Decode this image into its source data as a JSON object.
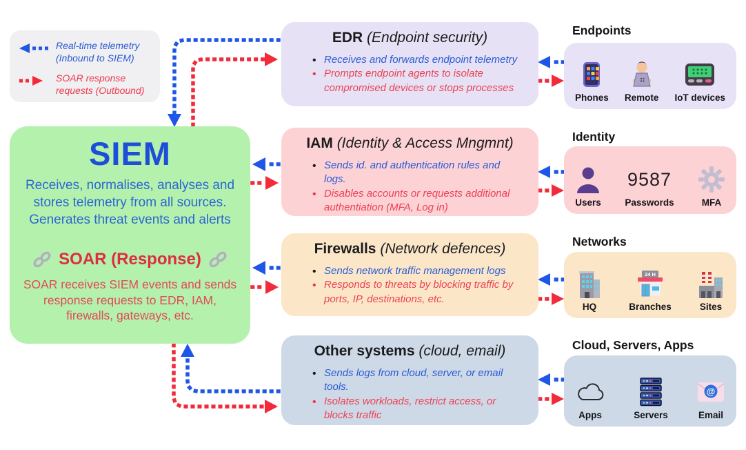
{
  "legend": {
    "items": [
      {
        "label": "Real-time telemetry (Inbound to SIEM)",
        "color": "#2a5ad6",
        "arrow": "blue-left"
      },
      {
        "label": "SOAR response requests (Outbound)",
        "color": "#ee3a4e",
        "arrow": "red-right"
      }
    ]
  },
  "siem": {
    "title": "SIEM",
    "description": "Receives, normalises, analyses and stores telemetry from all sources. Generates threat events and alerts",
    "soar_title": "SOAR (Response)",
    "soar_description": "SOAR receives SIEM events and sends response requests to EDR, IAM, firewalls, gateways, etc."
  },
  "systems": [
    {
      "name": "EDR",
      "subtitle": "(Endpoint security)",
      "telemetry": "Receives and forwards endpoint telemetry",
      "response": "Prompts endpoint agents to isolate compromised devices or stops processes",
      "bg": "#e6e1f4"
    },
    {
      "name": "IAM",
      "subtitle": "(Identity & Access Mngmnt)",
      "telemetry": "Sends id. and authentication rules and logs.",
      "response": "Disables accounts or requests additional authentiation (MFA, Log in)",
      "bg": "#fcd2d5"
    },
    {
      "name": "Firewalls",
      "subtitle": "(Network defences)",
      "telemetry": "Sends network traffic management logs",
      "response": "Responds to threats by blocking traffic by ports, IP, destinations, etc.",
      "bg": "#fbe7c8"
    },
    {
      "name": "Other systems",
      "subtitle": "(cloud, email)",
      "telemetry": "Sends logs from cloud, server, or email tools.",
      "response": "Isolates workloads, restrict access, or blocks traffic",
      "bg": "#cdd9e6"
    }
  ],
  "groups": [
    {
      "heading": "Endpoints",
      "bg": "#e8e2f6",
      "items": [
        {
          "icon": "smartphone-icon",
          "label": "Phones"
        },
        {
          "icon": "remote-worker-icon",
          "label": "Remote"
        },
        {
          "icon": "iot-device-icon",
          "label": "IoT devices"
        }
      ]
    },
    {
      "heading": "Identity",
      "bg": "#fcd2d5",
      "items": [
        {
          "icon": "user-icon",
          "label": "Users"
        },
        {
          "icon": "passwords-number",
          "label": "Passwords",
          "value": "9587"
        },
        {
          "icon": "gear-icon",
          "label": "MFA"
        }
      ]
    },
    {
      "heading": "Networks",
      "bg": "#fbe7c8",
      "items": [
        {
          "icon": "hq-building-icon",
          "label": "HQ"
        },
        {
          "icon": "store-icon",
          "label": "Branches",
          "sign": "24 H"
        },
        {
          "icon": "factory-icon",
          "label": "Sites"
        }
      ]
    },
    {
      "heading": "Cloud, Servers, Apps",
      "bg": "#cdd9e6",
      "items": [
        {
          "icon": "cloud-icon",
          "label": "Apps"
        },
        {
          "icon": "server-rack-icon",
          "label": "Servers"
        },
        {
          "icon": "email-icon",
          "label": "Email",
          "glyph": "@"
        }
      ]
    }
  ],
  "colors": {
    "arrow_blue": "#1e56e8",
    "arrow_red": "#f22a3a",
    "siem_bg": "#b4f1ad",
    "siem_title_blue": "#1d4ed8",
    "text_blue": "#2a5ad6",
    "text_red": "#ee4156",
    "soar_red": "#dc2e40",
    "legend_bg": "#f0eff1",
    "title_black": "#1b1b1e"
  }
}
